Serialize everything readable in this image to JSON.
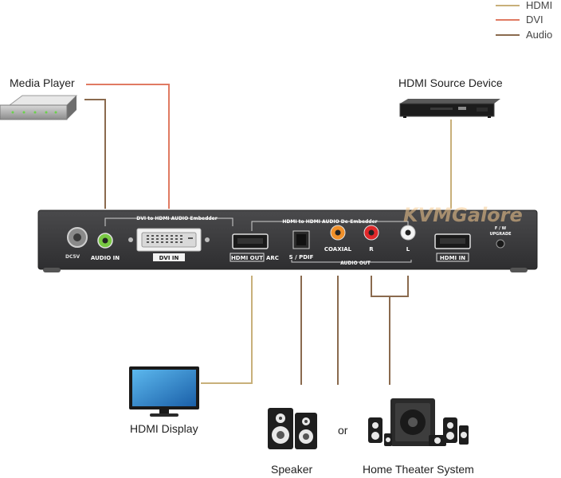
{
  "legend": [
    {
      "label": "HDMI",
      "color": "#c8b07a"
    },
    {
      "label": "DVI",
      "color": "#e07a62"
    },
    {
      "label": "Audio",
      "color": "#8a6a4e"
    }
  ],
  "devices": {
    "media_player": "Media Player",
    "hdmi_source": "HDMI Source Device",
    "hdmi_display": "HDMI Display",
    "speaker": "Speaker",
    "or_text": "or",
    "home_theater": "Home Theater System"
  },
  "panel": {
    "dc_label_1": "DC5V",
    "audio_in": "AUDIO IN",
    "dvi_embedder_caption": "DVI to HDMI AUDIO Embedder",
    "dvi_in": "DVI IN",
    "deembedder_caption": "HDMI to HDMI AUDIO De-Embedder",
    "hdmi_out": "HDMI OUT",
    "arc": "ARC",
    "spdif": "S / PDIF",
    "coaxial": "COAXIAL",
    "r": "R",
    "l": "L",
    "audio_out": "AUDIO OUT",
    "hdmi_in": "HDMI IN",
    "fw_1": "F / W",
    "fw_2": "UPGRADE"
  },
  "watermark": "KVMGalore",
  "colors": {
    "hdmi": "#c8b07a",
    "dvi": "#e07a62",
    "audio": "#8a6a4e",
    "panel": "#3c3c3e"
  }
}
